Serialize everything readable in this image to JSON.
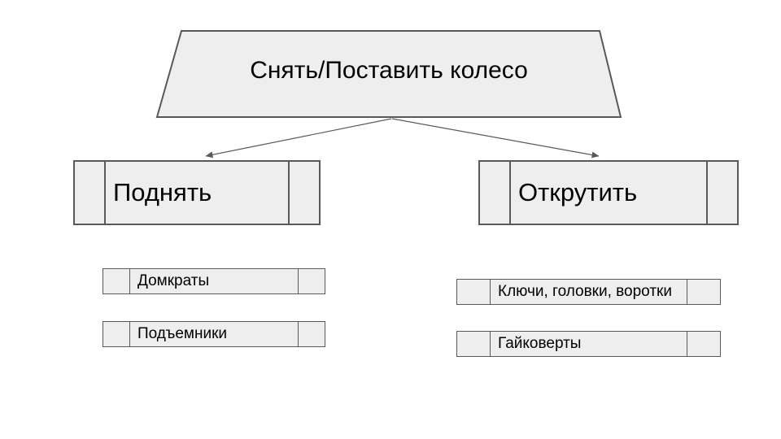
{
  "diagram": {
    "root": {
      "label": "Снять/Поставить колесо"
    },
    "branches": [
      {
        "label": "Поднять",
        "tools": [
          {
            "label": "Домкраты"
          },
          {
            "label": "Подъемники"
          }
        ]
      },
      {
        "label": "Открутить",
        "tools": [
          {
            "label": "Ключи, головки, воротки"
          },
          {
            "label": "Гайковерты"
          }
        ]
      }
    ],
    "colors": {
      "shape_fill": "#eeeeee",
      "shape_border": "#595959",
      "connector": "#595959",
      "text": "#000000",
      "background": "#ffffff"
    }
  }
}
